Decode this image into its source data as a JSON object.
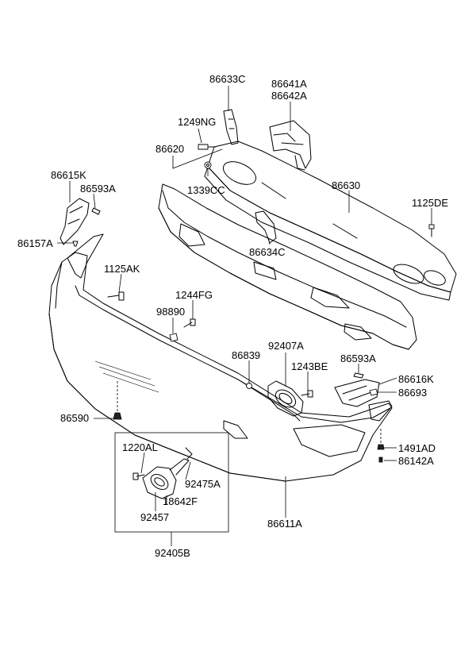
{
  "diagram": {
    "callouts": [
      {
        "id": "86633C",
        "label": "86633C"
      },
      {
        "id": "86641A",
        "label": "86641A"
      },
      {
        "id": "86642A",
        "label": "86642A"
      },
      {
        "id": "1249NG",
        "label": "1249NG"
      },
      {
        "id": "86620",
        "label": "86620"
      },
      {
        "id": "1339CC",
        "label": "1339CC"
      },
      {
        "id": "86630",
        "label": "86630"
      },
      {
        "id": "1125DE",
        "label": "1125DE"
      },
      {
        "id": "86615K",
        "label": "86615K"
      },
      {
        "id": "86593A_left",
        "label": "86593A"
      },
      {
        "id": "86157A",
        "label": "86157A"
      },
      {
        "id": "86634C",
        "label": "86634C"
      },
      {
        "id": "1125AK",
        "label": "1125AK"
      },
      {
        "id": "1244FG",
        "label": "1244FG"
      },
      {
        "id": "98890",
        "label": "98890"
      },
      {
        "id": "86839",
        "label": "86839"
      },
      {
        "id": "92407A",
        "label": "92407A"
      },
      {
        "id": "1243BE",
        "label": "1243BE"
      },
      {
        "id": "86593A_right",
        "label": "86593A"
      },
      {
        "id": "86616K",
        "label": "86616K"
      },
      {
        "id": "86693",
        "label": "86693"
      },
      {
        "id": "86590",
        "label": "86590"
      },
      {
        "id": "1220AL",
        "label": "1220AL"
      },
      {
        "id": "1491AD",
        "label": "1491AD"
      },
      {
        "id": "86142A",
        "label": "86142A"
      },
      {
        "id": "92475A",
        "label": "92475A"
      },
      {
        "id": "18642F",
        "label": "18642F"
      },
      {
        "id": "92457",
        "label": "92457"
      },
      {
        "id": "86611A",
        "label": "86611A"
      },
      {
        "id": "92405B",
        "label": "92405B"
      }
    ]
  }
}
